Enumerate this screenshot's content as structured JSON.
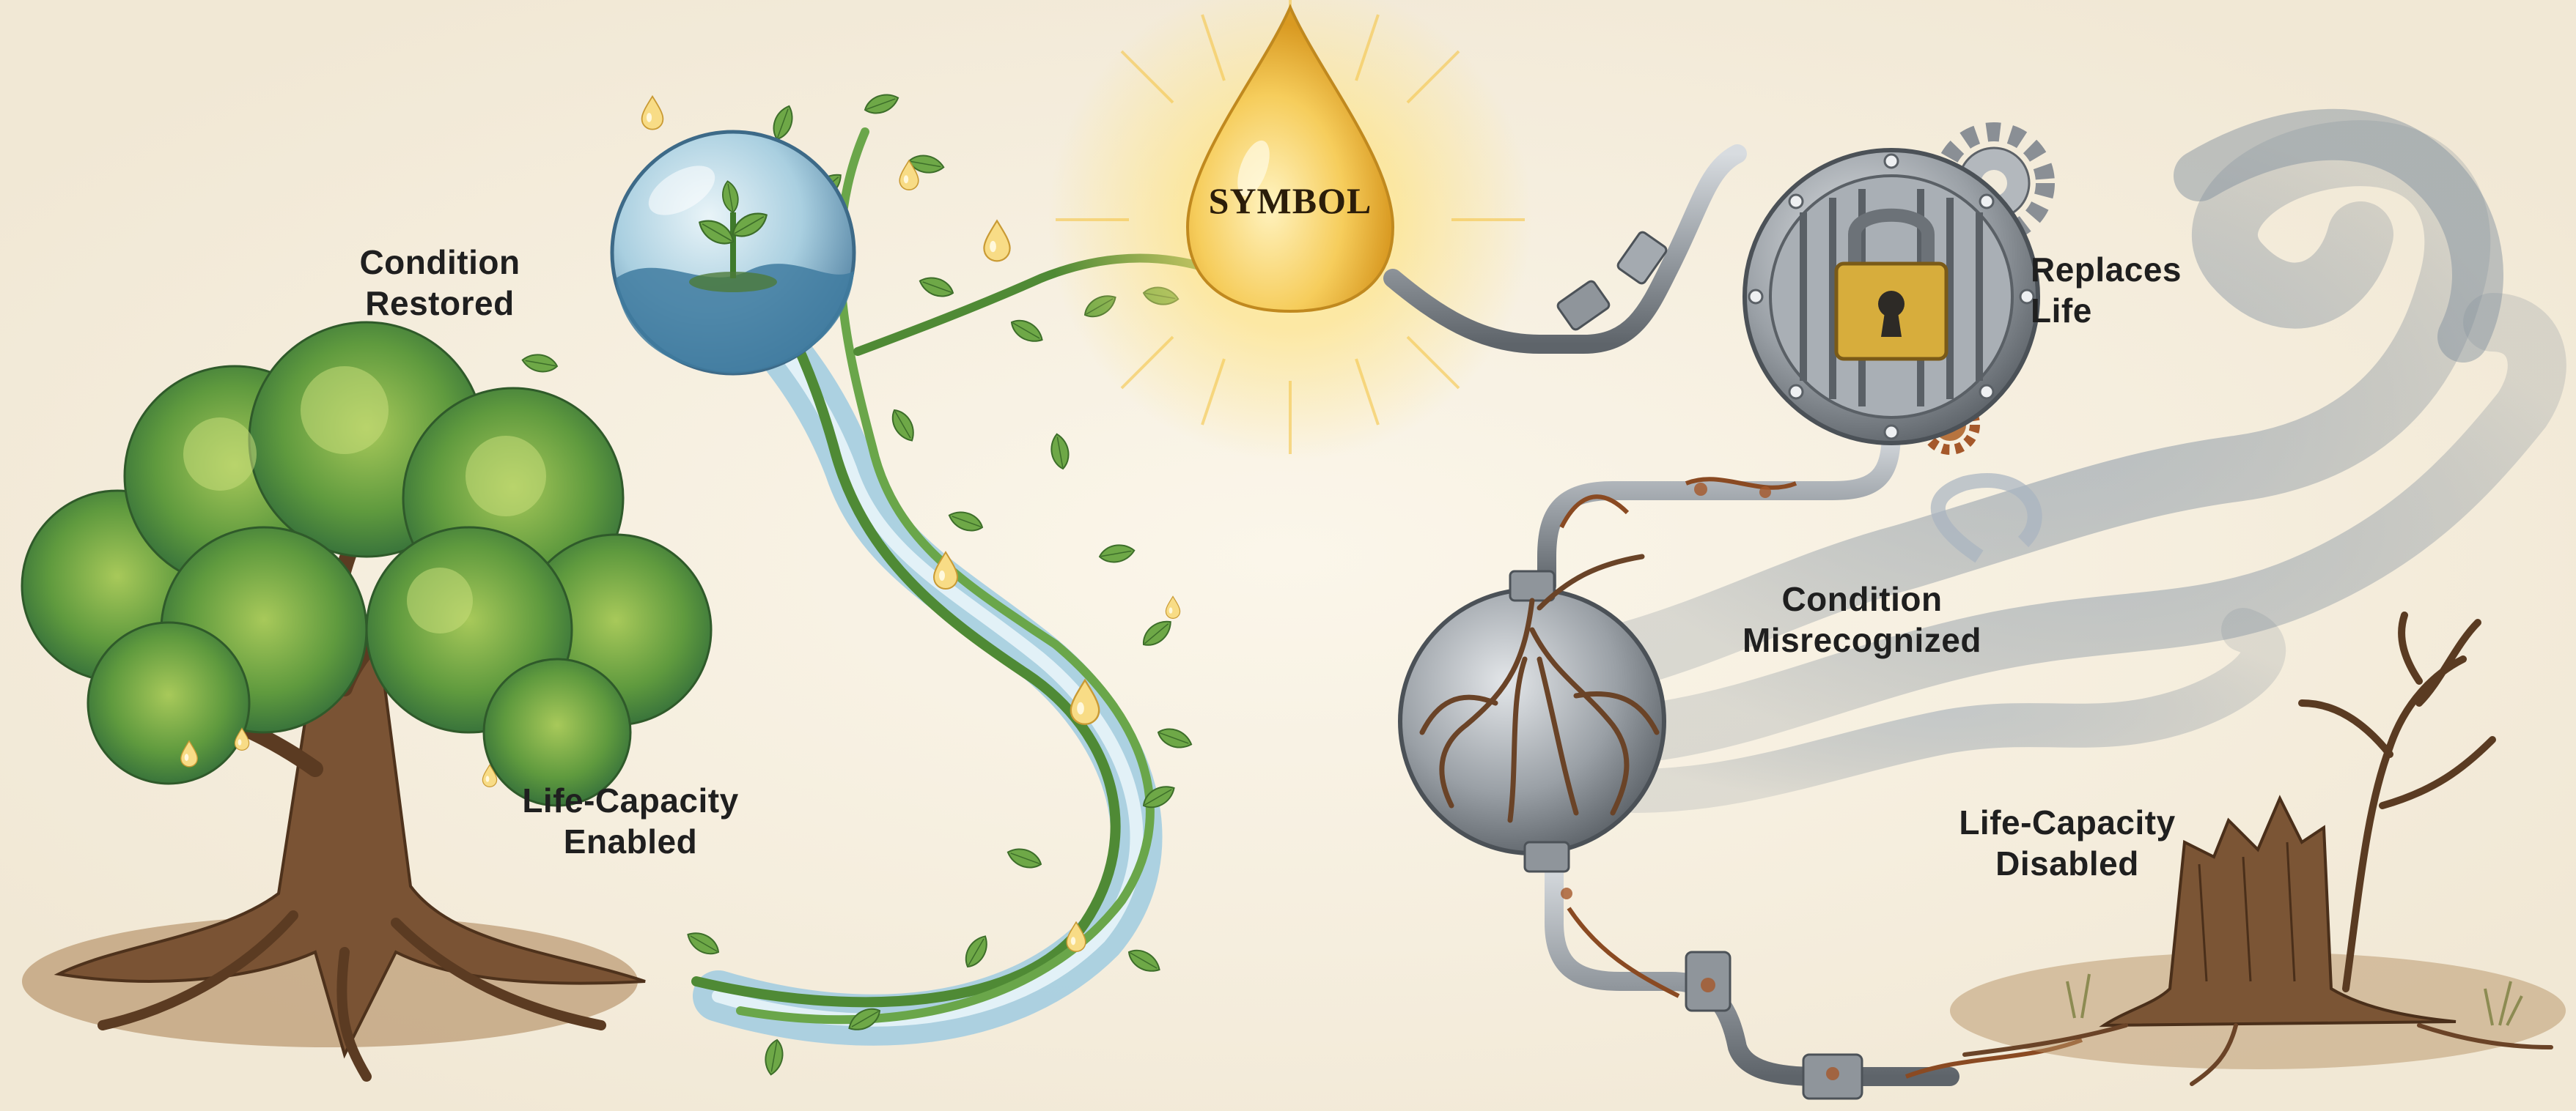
{
  "symbol": {
    "label": "SYMBOL"
  },
  "left": {
    "restored": {
      "line1": "Condition",
      "line2": "Restored"
    },
    "enabled": {
      "line1": "Life-Capacity",
      "line2": "Enabled"
    }
  },
  "right": {
    "replaces": {
      "line1": "Replaces",
      "line2": "Life"
    },
    "misrecognized": {
      "line1": "Condition",
      "line2": "Misrecognized"
    },
    "disabled": {
      "line1": "Life-Capacity",
      "line2": "Disabled"
    }
  },
  "colors": {
    "background": "#f5efe2",
    "leaf_green": "#5f9a3e",
    "water_blue": "#8fc0d8",
    "drop_gold": "#f3c54a",
    "metal_grey": "#8c9197",
    "rust": "#a5582a",
    "smoke_grey": "#7d8c9b",
    "bark_brown": "#6e4a2c"
  },
  "icons": [
    "tree-icon",
    "vine-icon",
    "water-globe-icon",
    "sprout-icon",
    "water-drop-icon",
    "glowing-drop-icon",
    "pipe-icon",
    "padlock-icon",
    "gear-icon",
    "root-ball-icon",
    "smoke-icon",
    "dead-stump-icon"
  ]
}
